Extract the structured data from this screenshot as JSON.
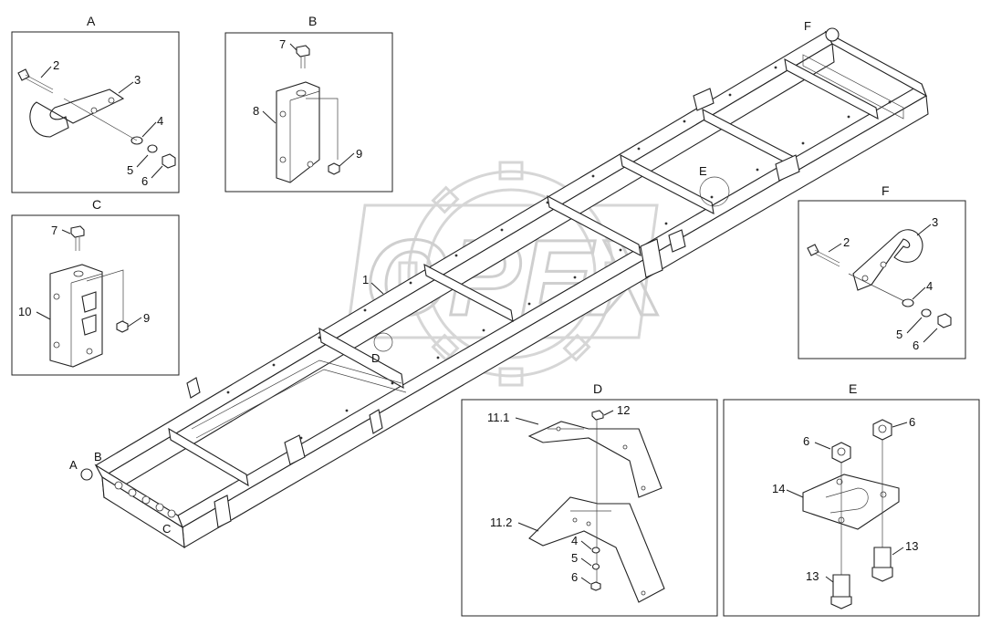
{
  "watermark": "OPEX",
  "panels": {
    "A": {
      "title": "A",
      "labels": [
        "2",
        "3",
        "4",
        "5",
        "6"
      ]
    },
    "B": {
      "title": "B",
      "labels": [
        "7",
        "8",
        "9"
      ]
    },
    "C": {
      "title": "C",
      "labels": [
        "7",
        "10",
        "9"
      ]
    },
    "D": {
      "title": "D",
      "labels": [
        "11.1",
        "12",
        "11.2",
        "4",
        "5",
        "6"
      ]
    },
    "E": {
      "title": "E",
      "labels": [
        "6",
        "6",
        "14",
        "13",
        "13"
      ]
    },
    "F": {
      "title": "F",
      "labels": [
        "2",
        "3",
        "4",
        "5",
        "6"
      ]
    }
  },
  "frame_callouts": {
    "one": "1",
    "A": "A",
    "B": "B",
    "C": "C",
    "D": "D",
    "E": "E",
    "F": "F"
  }
}
